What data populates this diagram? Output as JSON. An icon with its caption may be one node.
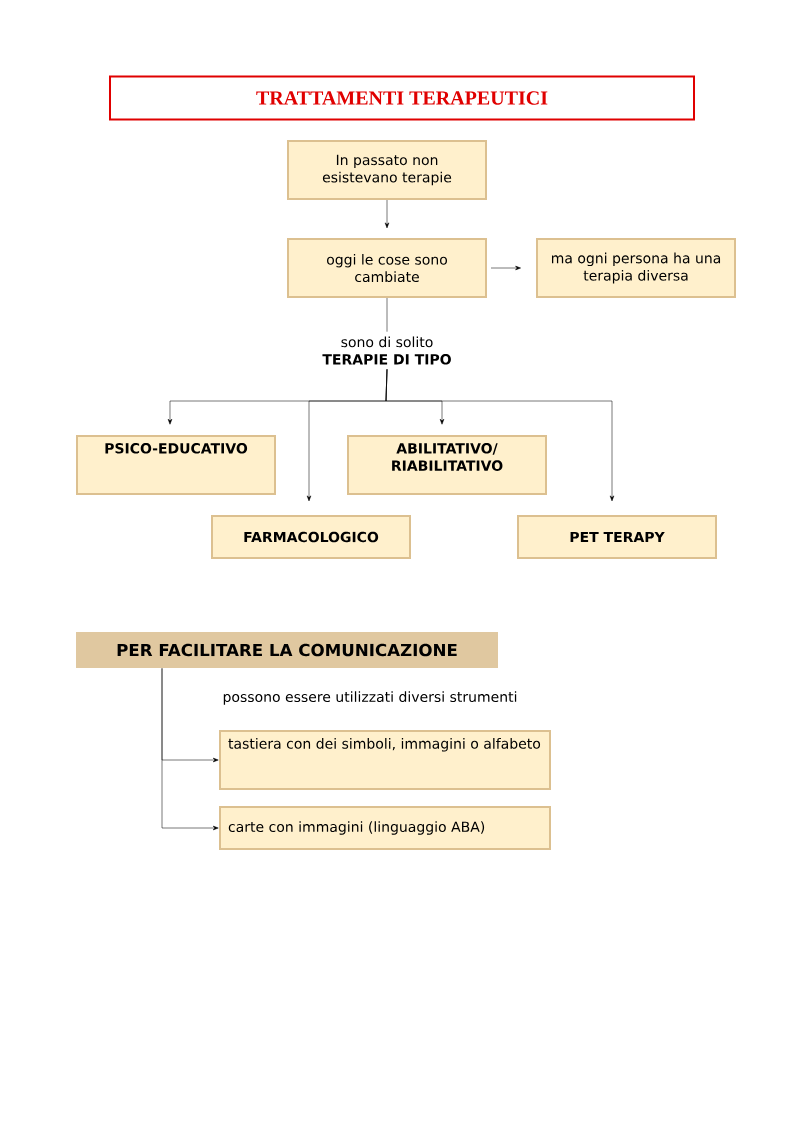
{
  "diagram": {
    "title": "TRATTAMENTI TERAPEUTICI",
    "nodes": [
      {
        "text": [
          "In passato non esistevano terapie"
        ]
      },
      {
        "text": [
          "oggi le cose sono cambiate"
        ]
      },
      {
        "text": [
          "ma ogni persona ha una terapia diversa"
        ]
      },
      {
        "text": [
          "sono di solito",
          "TERAPIE DI TIPO"
        ]
      },
      {
        "text": [
          "PSICO-EDUCATIVO"
        ]
      },
      {
        "text": [
          "FARMACOLOGICO"
        ]
      },
      {
        "text": [
          "ABILITATIVO/ RIABILITATIVO"
        ]
      },
      {
        "text": [
          "PET TERAPY"
        ]
      },
      {
        "text": [
          "PER FACILITARE LA COMUNICAZIONE"
        ]
      },
      {
        "text": [
          "tastiera con dei simboli, immagini o alfabeto"
        ]
      },
      {
        "text": [
          "carte con immagini (linguaggio ABA)"
        ]
      }
    ],
    "edges": [
      {
        "from": 0,
        "to": 1,
        "arrow": "to"
      },
      {
        "from": 1,
        "to": 2,
        "arrow": "to"
      },
      {
        "from": 1,
        "to": 3,
        "arrow": "none"
      },
      {
        "from": 3,
        "to": 4,
        "arrow": "to"
      },
      {
        "from": 3,
        "to": 5,
        "arrow": "to"
      },
      {
        "from": 3,
        "to": 6,
        "arrow": "to"
      },
      {
        "from": 3,
        "to": 7,
        "arrow": "to"
      },
      {
        "from": 8,
        "to": 9,
        "arrow": "to"
      },
      {
        "from": 8,
        "to": 10,
        "arrow": "to"
      }
    ],
    "labels": [
      "possono essere utilizzati diversi strumenti"
    ]
  }
}
